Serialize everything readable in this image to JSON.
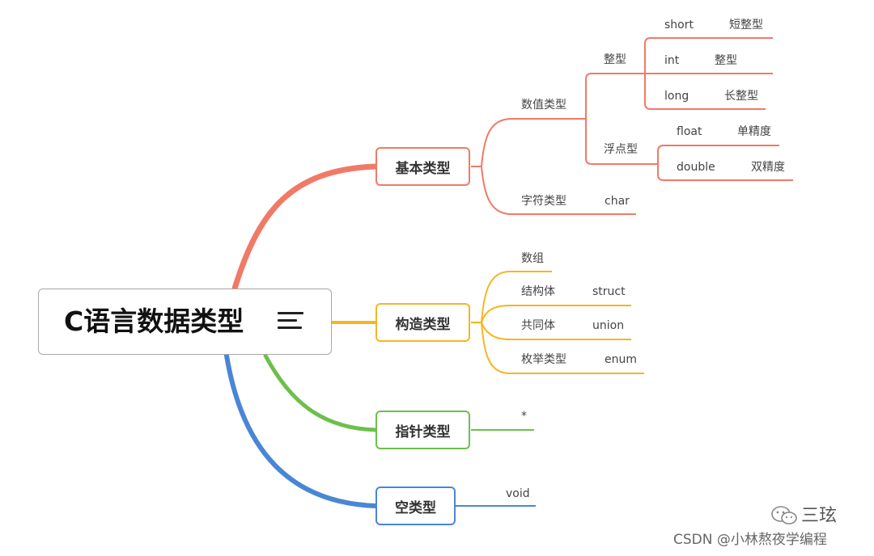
{
  "root": {
    "title": "C语言数据类型",
    "icon": "menu-icon"
  },
  "branches": {
    "basic": {
      "label": "基本类型",
      "color": "#f07a66",
      "numeric": {
        "label": "数值类型",
        "integer": {
          "label": "整型",
          "items": [
            {
              "key": "short",
              "desc": "短整型"
            },
            {
              "key": "int",
              "desc": "整型"
            },
            {
              "key": "long",
              "desc": "长整型"
            }
          ]
        },
        "float": {
          "label": "浮点型",
          "items": [
            {
              "key": "float",
              "desc": "单精度"
            },
            {
              "key": "double",
              "desc": "双精度"
            }
          ]
        }
      },
      "char_type": {
        "label": "字符类型",
        "key": "char"
      }
    },
    "constructed": {
      "label": "构造类型",
      "color": "#f5b623",
      "items": [
        {
          "label": "数组",
          "key": ""
        },
        {
          "label": "结构体",
          "key": "struct"
        },
        {
          "label": "共同体",
          "key": "union"
        },
        {
          "label": "枚举类型",
          "key": "enum"
        }
      ]
    },
    "pointer": {
      "label": "指针类型",
      "color": "#6cc04a",
      "child": "*"
    },
    "void": {
      "label": "空类型",
      "color": "#4a86d6",
      "child": "void"
    }
  },
  "watermark": {
    "brand": "三玹",
    "brand_icon": "wechat-icon",
    "source": "CSDN @小林熬夜学编程"
  }
}
